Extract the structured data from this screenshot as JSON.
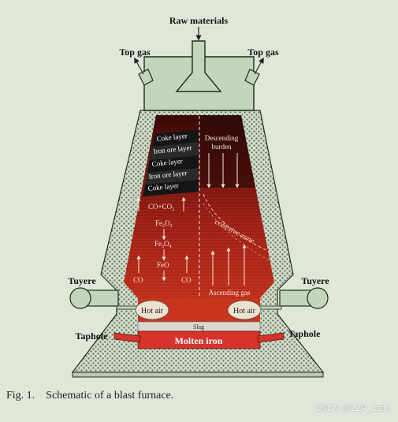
{
  "labels": {
    "raw_materials": "Raw materials",
    "top_gas_left": "Top gas",
    "top_gas_right": "Top gas",
    "layers": [
      "Coke layer",
      "Iron ore layer",
      "Coke layer",
      "Iron ore layer",
      "Coke layer"
    ],
    "descending": "Descending",
    "burden": "burden",
    "cohesive_zone": "cohesive zone",
    "co_co2": "CO+CO",
    "co_co2_sub": "2",
    "fe2o3": {
      "a": "Fe",
      "b": "2",
      "c": "O",
      "d": "3"
    },
    "fe3o4": {
      "a": "Fe",
      "b": "3",
      "c": "O",
      "d": "4"
    },
    "feo": "FeO",
    "co_left": "CO",
    "co_right": "CO",
    "ascending_gas": "Ascending gas",
    "tuyere_left": "Tuyere",
    "tuyere_right": "Tuyere",
    "hot_air_left": "Hot air",
    "hot_air_right": "Hot air",
    "slag": "Slag",
    "taphole_left": "Taphole",
    "taphole_right": "Taphole",
    "molten_iron": "Molten iron"
  },
  "caption": "Fig. 1.    Schematic of a blast furnace.",
  "watermark": "CSDN @ZZP_csdn",
  "colors": {
    "background": "#dfe8d8",
    "shell": "#c3d6bb",
    "outline": "#1f2a1f",
    "coke": "#151515",
    "molten_iron": "#d5332b",
    "hot_core": "#c0281f"
  }
}
